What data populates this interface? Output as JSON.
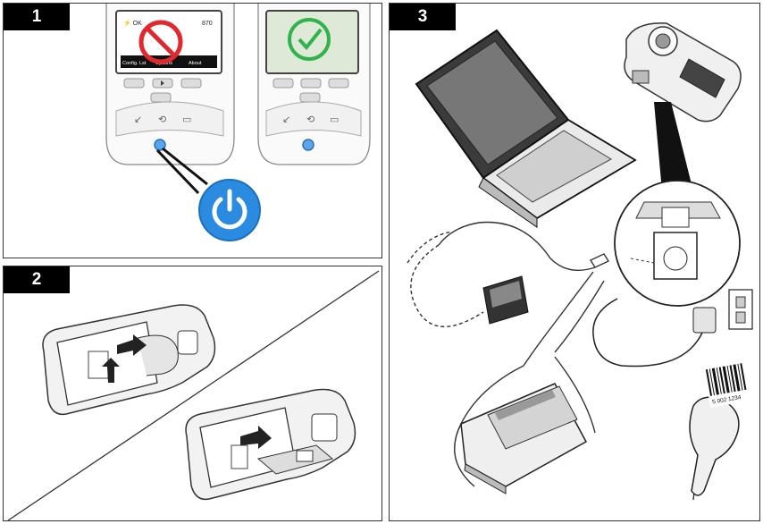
{
  "panels": [
    {
      "number": "1"
    },
    {
      "number": "2"
    },
    {
      "number": "3"
    }
  ],
  "step1": {
    "screen_left": {
      "header_left": "⚡ OK",
      "header_right": "870",
      "softkeys": [
        "Config. Lst",
        "Options",
        "About"
      ]
    },
    "power_icon": "power-icon",
    "status_no": "prohibited-icon",
    "status_ok": "checkmark-icon"
  },
  "step3": {
    "barcode_digits": "5 002 1234"
  },
  "colors": {
    "power_blue": "#2a8be0",
    "prohibit_red": "#e0282e",
    "check_green": "#2fb34a",
    "screen_green": "#dfe9d8"
  }
}
